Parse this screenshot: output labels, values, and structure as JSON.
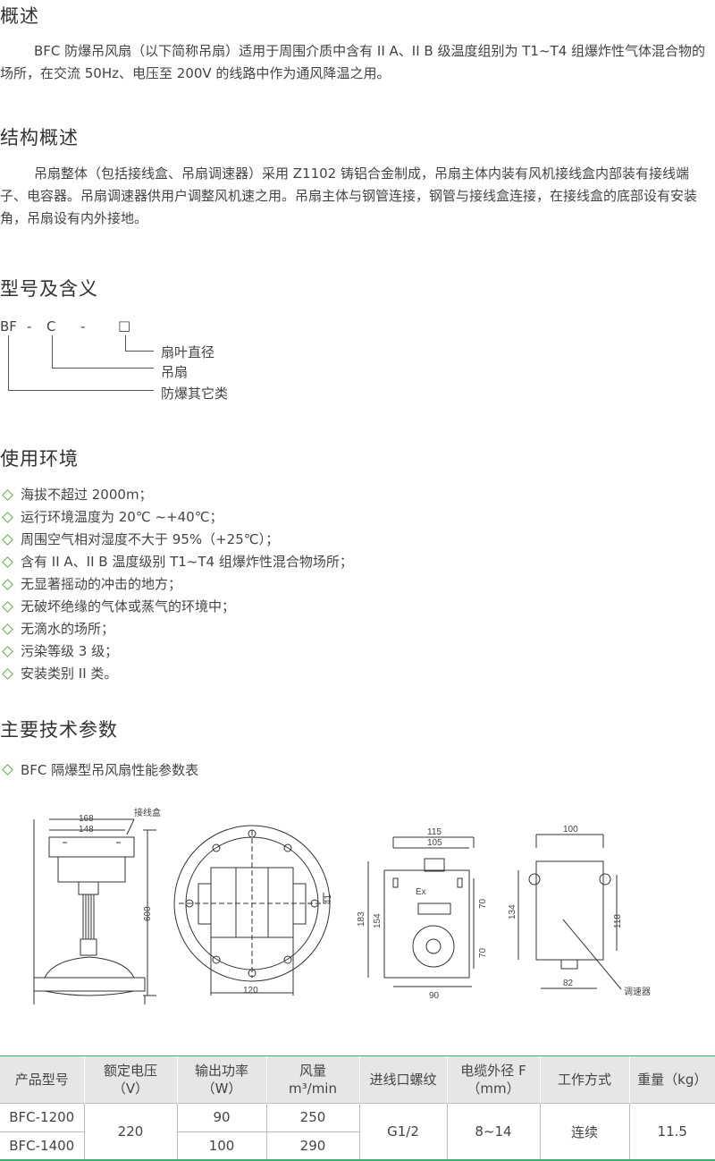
{
  "sections": {
    "overview": {
      "heading": "概述",
      "text": "BFC 防爆吊风扇（以下简称吊扇）适用于周围介质中含有 II A、II B 级温度组别为 T1~T4 组爆炸性气体混合物的场所，在交流 50Hz、电压至 200V 的线路中作为通风降温之用。"
    },
    "structure": {
      "heading": "结构概述",
      "text": "吊扇整体（包括接线盒、吊扇调速器）采用 Z1102 铸铝合金制成，吊扇主体内装有风机接线盒内部装有接线端子、电容器。吊扇调速器供用户调整风机速之用。吊扇主体与钢管连接，钢管与接线盒连接，在接线盒的底部设有安装角，吊扇设有内外接地。"
    },
    "model": {
      "heading": "型号及含义",
      "code_bf": "BF",
      "dash1": "-",
      "code_c": "C",
      "dash2": "-",
      "box": "□",
      "meaning_1": "扇叶直径",
      "meaning_2": "吊扇",
      "meaning_3": "防爆其它类"
    },
    "environment": {
      "heading": "使用环境",
      "items": [
        "海拔不超过 2000m；",
        "运行环境温度为 20℃ ~+40℃；",
        "周围空气相对湿度不大于 95%（+25℃）；",
        "含有 II A、II B 温度级别 T1~T4 组爆炸性混合物场所；",
        "无显著摇动的冲击的地方；",
        "无破坏绝缘的气体或蒸气的环境中；",
        "无滴水的场所；",
        "污染等级 3 级；",
        "安装类别 II 类。"
      ]
    },
    "params": {
      "heading": "主要技术参数",
      "table_title": "BFC 隔爆型吊风扇性能参数表"
    }
  },
  "drawing": {
    "dim_168": "168",
    "dim_148": "148",
    "label_junction": "接线盒",
    "dim_600": "600",
    "dim_120": "120",
    "dim_41": "41",
    "dim_115": "115",
    "dim_105": "105",
    "label_ex": "Ex",
    "dim_183": "183",
    "dim_154": "154",
    "dim_70a": "70",
    "dim_70b": "70",
    "dim_90": "90",
    "dim_100": "100",
    "dim_134": "134",
    "dim_118": "118",
    "dim_82": "82",
    "label_speed": "调速器"
  },
  "table": {
    "headers": [
      {
        "line1": "产品型号",
        "line2": ""
      },
      {
        "line1": "额定电压",
        "line2": "（V）"
      },
      {
        "line1": "输出功率",
        "line2": "（W）"
      },
      {
        "line1": "风量",
        "line2": "m³/min"
      },
      {
        "line1": "进线口螺纹",
        "line2": ""
      },
      {
        "line1": "电缆外径 F",
        "line2": "（mm）"
      },
      {
        "line1": "工作方式",
        "line2": ""
      },
      {
        "line1": "重量（kg）",
        "line2": ""
      }
    ],
    "rows": [
      {
        "model": "BFC-1200",
        "power": "90",
        "air": "250"
      },
      {
        "model": "BFC-1400",
        "power": "100",
        "air": "290"
      }
    ],
    "shared": {
      "voltage": "220",
      "thread": "G1/2",
      "cable": "8~14",
      "mode": "连续",
      "weight": "11.5"
    }
  },
  "colors": {
    "accent": "#3fae74",
    "diamond": "#6aa84f",
    "header_bg": "#e6e6e6"
  }
}
